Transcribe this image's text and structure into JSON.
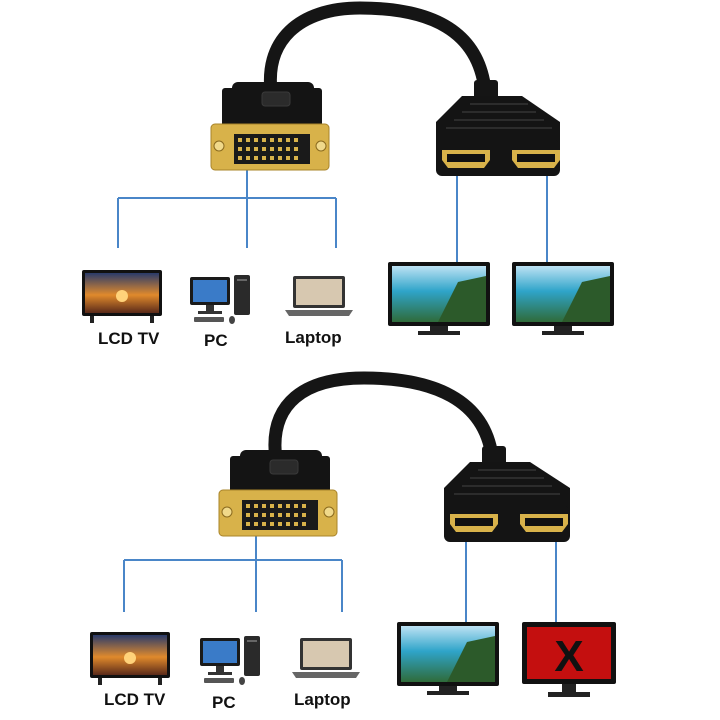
{
  "colors": {
    "wire": "#4a86c8",
    "cable": "#151515",
    "gold": "#d8b24a",
    "screen_x": "#e01010",
    "blank_screen": "#c40f0f"
  },
  "top": {
    "devices": [
      {
        "label": "LCD TV",
        "icon": "tv-icon"
      },
      {
        "label": "PC",
        "icon": "desktop-pc-icon"
      },
      {
        "label": "Laptop",
        "icon": "laptop-icon"
      }
    ],
    "monitors": [
      {
        "icon": "monitor-icon",
        "state": "on"
      },
      {
        "icon": "monitor-icon",
        "state": "on"
      }
    ]
  },
  "bottom": {
    "devices": [
      {
        "label": "LCD TV",
        "icon": "tv-icon"
      },
      {
        "label": "PC",
        "icon": "desktop-pc-icon"
      },
      {
        "label": "Laptop",
        "icon": "laptop-icon"
      }
    ],
    "monitors": [
      {
        "icon": "monitor-icon",
        "state": "on"
      },
      {
        "icon": "monitor-icon",
        "state": "no signal",
        "mark": "X"
      }
    ]
  }
}
